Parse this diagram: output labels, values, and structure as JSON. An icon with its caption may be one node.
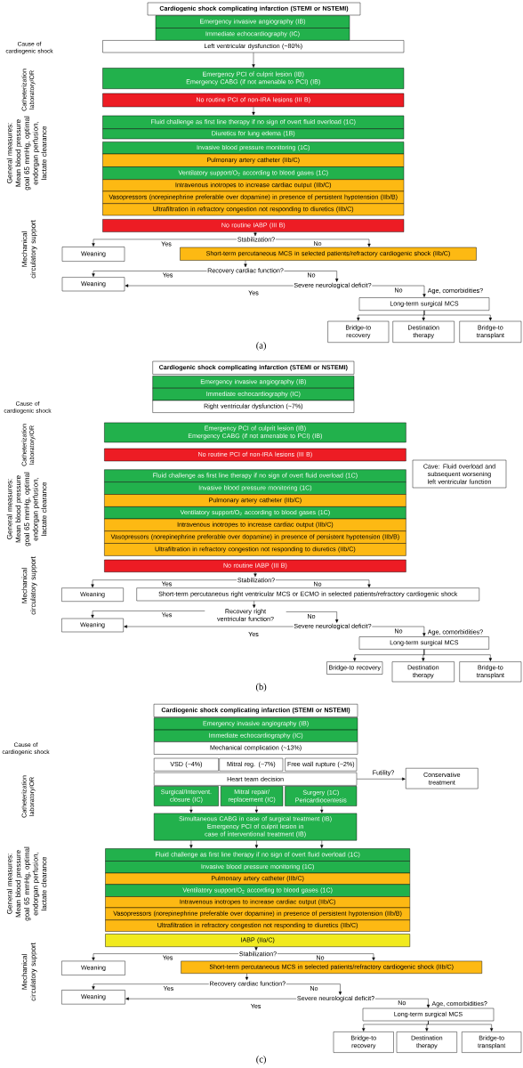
{
  "diagram": {
    "nodes": [
      {
        "text": [
          "Cardiogenic shock complicating infarction (STEMI or NSTEMI)"
        ]
      },
      {
        "text": [
          "Emergency invasive angiography (IB)"
        ]
      },
      {
        "text": [
          "Immediate echocardiography (IC)"
        ]
      },
      {
        "text": [
          "Left ventricular dysfunction (~80%)"
        ]
      },
      {
        "text": [
          "Emergency PCI of culprit lesion (IB)",
          "Emergency CABG (if not amenable to PCI) (IB)"
        ]
      },
      {
        "text": [
          "No routine PCI of non-IRA lesions (III B)"
        ]
      },
      {
        "text": [
          "Fluid challenge as first line therapy if no sign of overt fluid overload (1C)"
        ]
      },
      {
        "text": [
          "Diuretics for lung edema (1B)"
        ]
      },
      {
        "text": [
          "Invasive blood pressure monitoring (1C)"
        ]
      },
      {
        "text": [
          "Pulmonary artery catheter (IIb/C)"
        ]
      },
      {
        "text": [
          "Ventilatory support/O$_{2}$ according to blood gases (1C)"
        ]
      },
      {
        "text": [
          "Intravenous inotropes to increase cardiac output (IIb/C)"
        ]
      },
      {
        "text": [
          "Vasopressors (norepinephrine preferable over dopamine) in presence of persistent hypotension (IIb/B)"
        ]
      },
      {
        "text": [
          "Ultrafiltration in refractory congestion not responding to diuretics (IIb/C)"
        ]
      },
      {
        "text": [
          "No routine IABP (III B)"
        ]
      },
      {
        "text": [
          "Stabilization?"
        ]
      },
      {
        "text": [
          "Weaning"
        ]
      },
      {
        "text": [
          "Short-term percutaneous MCS in selected patients/refractory cardiogenic shock (IIb/C)"
        ]
      },
      {
        "text": [
          "Recovery cardiac function?"
        ]
      },
      {
        "text": [
          "Weaning"
        ]
      },
      {
        "text": [
          "Severe neurological deficit?"
        ]
      },
      {
        "text": [
          "Long-term surgical MCS"
        ],
        "beside": [
          "Age, comorbidities?"
        ]
      },
      {
        "text": [
          "Bridge-to recovery"
        ]
      },
      {
        "text": [
          "Destination therapy"
        ]
      },
      {
        "text": [
          "Bridge-to transplant"
        ]
      },
      {
        "text": [
          "Cardiogenic shock complicating infarction (STEMI or NSTEMI)"
        ]
      },
      {
        "text": [
          "Emergency invasive angiography (IB)"
        ]
      },
      {
        "text": [
          "Immediate echocardiography (IC)"
        ]
      },
      {
        "text": [
          "Right ventricular dysfunction (~7%)"
        ]
      },
      {
        "text": [
          "Emergency PCI of culprit lesion (IB)",
          "Emergency CABG (if not amenable to PCI) (IB)"
        ]
      },
      {
        "text": [
          "No routine PCI of non-IRA lesions (III B)"
        ]
      },
      {
        "text": [
          "Cave: Fluid overload and subsequent worsening left ventricular function"
        ]
      },
      {
        "text": [
          "Fluid challenge as first line therapy if no sign of overt fluid overload (1C)"
        ]
      },
      {
        "text": [
          "Invasive blood pressure monitoring (1C)"
        ]
      },
      {
        "text": [
          "Pulmonary artery catheter (IIb/C)"
        ]
      },
      {
        "text": [
          "Ventilatory support/O$_{2}$ according to blood gases (1C)"
        ]
      },
      {
        "text": [
          "Intravenous inotropes to increase cardiac output (IIb/C)"
        ]
      },
      {
        "text": [
          "Vasopressors (norepinephrine preferable over dopamine) in presence of persistent hypotension (IIb/B)"
        ]
      },
      {
        "text": [
          "Ultrafiltration in refractory congestion not responding to diuretics (IIb/C)"
        ]
      },
      {
        "text": [
          "No routine IABP (III B)"
        ]
      },
      {
        "text": [
          "Stabilization?"
        ]
      },
      {
        "text": [
          "Weaning"
        ]
      },
      {
        "text": [
          "Short-term percutaneous right ventricular MCS or ECMO in selected patients/refractory cardiogenic shock"
        ]
      },
      {
        "text": [
          "Recovery right ventricular function?"
        ]
      },
      {
        "text": [
          "Weaning"
        ]
      },
      {
        "text": [
          "Severe neurological deficit?"
        ]
      },
      {
        "text": [
          "Long-term surgical MCS"
        ],
        "beside": [
          "Age, comorbidities?"
        ]
      },
      {
        "text": [
          "Bridge-to recovery"
        ]
      },
      {
        "text": [
          "Destination therapy"
        ]
      },
      {
        "text": [
          "Bridge-to transplant"
        ]
      },
      {
        "text": [
          "Cardiogenic shock complicating infarction (STEMI or NSTEMI)"
        ]
      },
      {
        "text": [
          "Emergency invasive angiography (IB)"
        ]
      },
      {
        "text": [
          "Immediate echocardiography (IC)"
        ]
      },
      {
        "text": [
          "Mechanical complication (~13%)"
        ]
      },
      {
        "text": [
          "VSD (~4%)"
        ]
      },
      {
        "text": [
          "Mitral reg. (~7%)"
        ]
      },
      {
        "text": [
          "Free wall rupture (~2%)"
        ]
      },
      {
        "text": [
          "Heart team decision"
        ]
      },
      {
        "text": [
          "Conservative treatment"
        ]
      },
      {
        "text": [
          "Surgical/Intervent. closure (IC)"
        ]
      },
      {
        "text": [
          "Mitral repair/ replacement (IC)"
        ]
      },
      {
        "text": [
          "Surgery (1C) Pericardiocentesis"
        ]
      },
      {
        "text": [
          "Simultaneous CABG in case of surgical treatment (IB)",
          "Emergency PCI of culprit lesion in case of interventional treatment (IB)"
        ]
      },
      {
        "text": [
          "Fluid challenge as first line therapy if no sign of overt fluid overload (1C)"
        ]
      },
      {
        "text": [
          "Invasive blood pressure monitoring (1C)"
        ]
      },
      {
        "text": [
          "Pulmonary artery catheter (IIb/C)"
        ]
      },
      {
        "text": [
          "Ventilatory support/O$_{2}$ according to blood gases (1C)"
        ]
      },
      {
        "text": [
          "Intravenous inotropes to increase cardiac output (IIb/C)"
        ]
      },
      {
        "text": [
          "Vasopressors (norepinephrine preferable over dopamine) in presence of persistent hypotension (IIb/B)"
        ]
      },
      {
        "text": [
          "Ultrafiltration in refractory congestion not responding to diuretics (IIb/C)"
        ]
      },
      {
        "text": [
          "IABP (IIa/C)"
        ]
      },
      {
        "text": [
          "Stabilization?"
        ]
      },
      {
        "text": [
          "Weaning"
        ]
      },
      {
        "text": [
          "Short-term percutaneous MCS in selected patients/refractory cardiogenic shock (IIb/C)"
        ]
      },
      {
        "text": [
          "Recovery cardiac function?"
        ]
      },
      {
        "text": [
          "Weaning"
        ]
      },
      {
        "text": [
          "Severe neurological deficit?"
        ]
      },
      {
        "text": [
          "Long-term surgical MCS"
        ],
        "beside": [
          "Age, comorbidities?"
        ]
      },
      {
        "text": [
          "Bridge-to recovery"
        ]
      },
      {
        "text": [
          "Destination therapy"
        ]
      },
      {
        "text": [
          "Bridge-to transplant"
        ]
      }
    ],
    "edges": [
      {
        "from": 3,
        "to": 4,
        "arrow": "to"
      },
      {
        "from": 5,
        "to": 6,
        "arrow": "to"
      },
      {
        "from": 14,
        "to": 15,
        "arrow": "to"
      },
      {
        "from": 15,
        "to": 16,
        "arrow": "to",
        "label": "Yes"
      },
      {
        "from": 15,
        "to": 17,
        "arrow": "to",
        "label": "No"
      },
      {
        "from": 17,
        "to": 18,
        "arrow": "to"
      },
      {
        "from": 18,
        "to": 19,
        "arrow": "to",
        "label": "Yes"
      },
      {
        "from": 18,
        "to": 20,
        "arrow": "to",
        "label": "No"
      },
      {
        "from": 20,
        "to": 19,
        "arrow": "to",
        "label": "Yes"
      },
      {
        "from": 20,
        "to": 21,
        "arrow": "to",
        "label": "No"
      },
      {
        "from": 21,
        "to": 22,
        "arrow": "to"
      },
      {
        "from": 21,
        "to": 23,
        "arrow": "to"
      },
      {
        "from": 21,
        "to": 24,
        "arrow": "to"
      },
      {
        "from": 39,
        "to": 40,
        "arrow": "to"
      },
      {
        "from": 40,
        "to": 41,
        "arrow": "to",
        "label": "Yes"
      },
      {
        "from": 40,
        "to": 42,
        "arrow": "to",
        "label": "No"
      },
      {
        "from": 42,
        "to": 43,
        "arrow": "to"
      },
      {
        "from": 43,
        "to": 44,
        "arrow": "to",
        "label": "Yes"
      },
      {
        "from": 43,
        "to": 45,
        "arrow": "to",
        "label": "No"
      },
      {
        "from": 45,
        "to": 44,
        "arrow": "to",
        "label": "Yes"
      },
      {
        "from": 45,
        "to": 46,
        "arrow": "to",
        "label": "No"
      },
      {
        "from": 46,
        "to": 47,
        "arrow": "to"
      },
      {
        "from": 46,
        "to": 48,
        "arrow": "to"
      },
      {
        "from": 46,
        "to": 49,
        "arrow": "to"
      },
      {
        "from": 57,
        "to": 58,
        "arrow": "to",
        "label": "Futility?"
      },
      {
        "from": 59,
        "to": 62,
        "arrow": "to"
      },
      {
        "from": 60,
        "to": 62,
        "arrow": "to"
      },
      {
        "from": 61,
        "to": 62,
        "arrow": "to"
      },
      {
        "from": 62,
        "to": 63,
        "arrow": "to"
      },
      {
        "from": 62,
        "to": 63,
        "arrow": "to"
      },
      {
        "from": 62,
        "to": 63,
        "arrow": "to"
      },
      {
        "from": 70,
        "to": 71,
        "arrow": "to"
      },
      {
        "from": 71,
        "to": 72,
        "arrow": "to",
        "label": "Yes"
      },
      {
        "from": 71,
        "to": 73,
        "arrow": "to",
        "label": "No"
      },
      {
        "from": 73,
        "to": 74,
        "arrow": "to"
      },
      {
        "from": 74,
        "to": 75,
        "arrow": "to",
        "label": "Yes"
      },
      {
        "from": 74,
        "to": 76,
        "arrow": "to",
        "label": "No"
      },
      {
        "from": 76,
        "to": 75,
        "arrow": "to",
        "label": "Yes"
      },
      {
        "from": 76,
        "to": 77,
        "arrow": "to",
        "label": "No"
      },
      {
        "from": 77,
        "to": 78,
        "arrow": "to"
      },
      {
        "from": 77,
        "to": 79,
        "arrow": "to"
      },
      {
        "from": 77,
        "to": 80,
        "arrow": "to"
      }
    ],
    "labels": [
      "Cause of cardiogenic shock",
      "Catheterization laboratory/OR",
      "General measures: Mean blood pressure goal 65 mmHg, optimal endorgan perfusion, lactate clearance",
      "Mechanical circulatory support",
      "(a)",
      "Cause of cardiogenic shock",
      "Catheterization laboratory/OR",
      "General measures: Mean blood pressure goal 65 mmHg, optimal endorgan perfusion, lactate clearance",
      "Mechanical circulatory support",
      "(b)",
      "Cause of cardiogenic shock",
      "Catheterization laboratory/OR",
      "General measures: Mean blood pressure goal 65 mmHg, optimal endorgan perfusion, lactate clearance",
      "Mechanical circulatory support",
      "(c)"
    ]
  }
}
